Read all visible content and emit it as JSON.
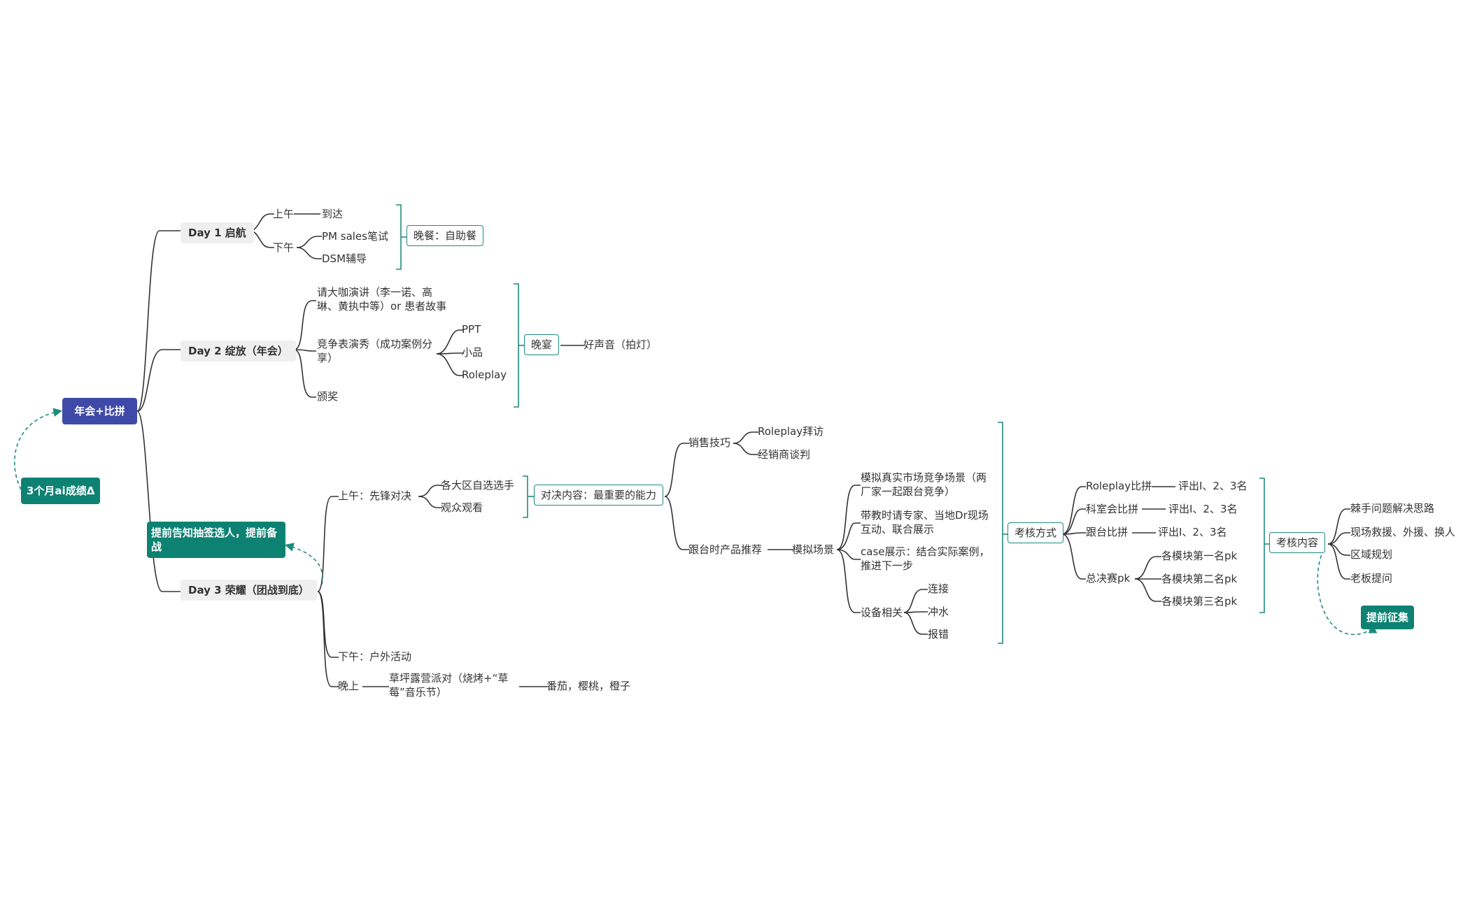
{
  "root": "年会+比拼",
  "floating_left": "3个月ai成绩Δ",
  "day1": {
    "title": "Day 1 启航",
    "morning": "上午",
    "arrive": "到达",
    "afternoon": "下午",
    "pm_sales": "PM sales笔试",
    "dsm": "DSM辅导",
    "dinner": "晚餐：自助餐"
  },
  "day2": {
    "title": "Day 2 绽放（年会）",
    "speech": "请大咖演讲（李一诺、高琳、黄执中等）or 患者故事",
    "show": "竞争表演秀（成功案例分享）",
    "ppt": "PPT",
    "skit": "小品",
    "roleplay": "Roleplay",
    "award": "颁奖",
    "banquet": "晚宴",
    "voice": "好声音（拍灯）"
  },
  "day3": {
    "title": "Day 3 荣耀（团战到底）",
    "advance_notice": "提前告知抽签选人，提前备战",
    "morning": "上午：先锋对决",
    "regions": "各大区自选选手",
    "audience": "观众观看",
    "content": "对决内容：最重要的能力",
    "sales_skill": "销售技巧",
    "roleplay_visit": "Roleplay拜访",
    "dealer_negotiation": "经销商谈判",
    "follow_recommend": "跟台时产品推荐",
    "simulation": "模拟场景",
    "sim1": "模拟真实市场竞争场景（两厂家一起跟台竞争）",
    "sim2": "带教时请专家、当地Dr现场互动、联合展示",
    "sim3": "case展示：结合实际案例，推进下一步",
    "device": "设备相关",
    "connect": "连接",
    "flush": "冲水",
    "error": "报错",
    "assess_method": "考核方式",
    "m1": "Roleplay比拼",
    "m1r": "评出Ⅰ、2、3名",
    "m2": "科室会比拼",
    "m2r": "评出Ⅰ、2、3名",
    "m3": "跟台比拼",
    "m3r": "评出Ⅰ、2、3名",
    "final": "总决赛pk",
    "f1": "各模块第一名pk",
    "f2": "各模块第二名pk",
    "f3": "各模块第三名pk",
    "assess_content": "考核内容",
    "c1": "棘手问题解决思路",
    "c2": "现场救援、外援、换人",
    "c3": "区域规划",
    "c4": "老板提问",
    "collect": "提前征集",
    "afternoon": "下午：户外活动",
    "evening": "晚上",
    "party": "草坪露营派对（烧烤+“草莓”音乐节）",
    "fruits": "番茄，樱桃，橙子"
  },
  "colors": {
    "root": "#3f4aa8",
    "teal": "#0e8272",
    "box_border": "#1f8a7e",
    "main_bg": "#efefef",
    "line": "#333333"
  }
}
